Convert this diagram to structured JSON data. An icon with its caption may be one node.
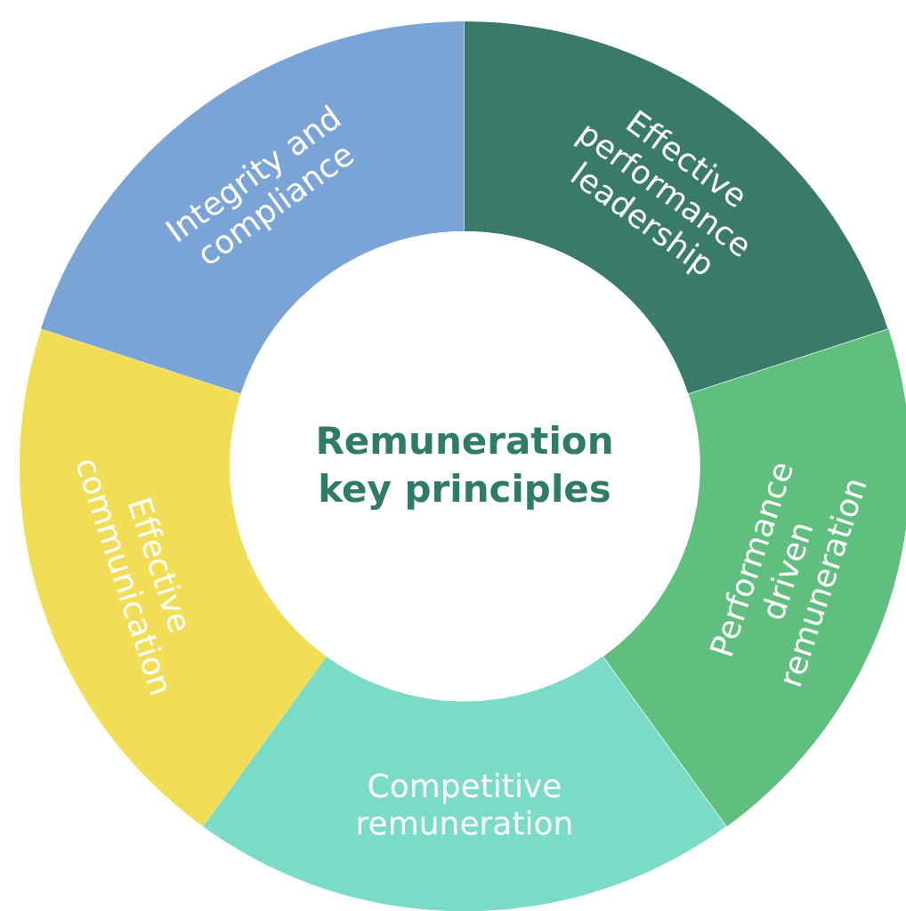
{
  "diagram": {
    "nodes": [
      {
        "text": [
          "Effective performance leadership"
        ]
      },
      {
        "text": [
          "Performance driven remuneration"
        ]
      },
      {
        "text": [
          "Competitive remuneration"
        ]
      },
      {
        "text": [
          "Effective communication"
        ]
      },
      {
        "text": [
          "Integrity and compliance"
        ]
      },
      {
        "text": [
          "Remuneration key principles"
        ]
      }
    ]
  }
}
